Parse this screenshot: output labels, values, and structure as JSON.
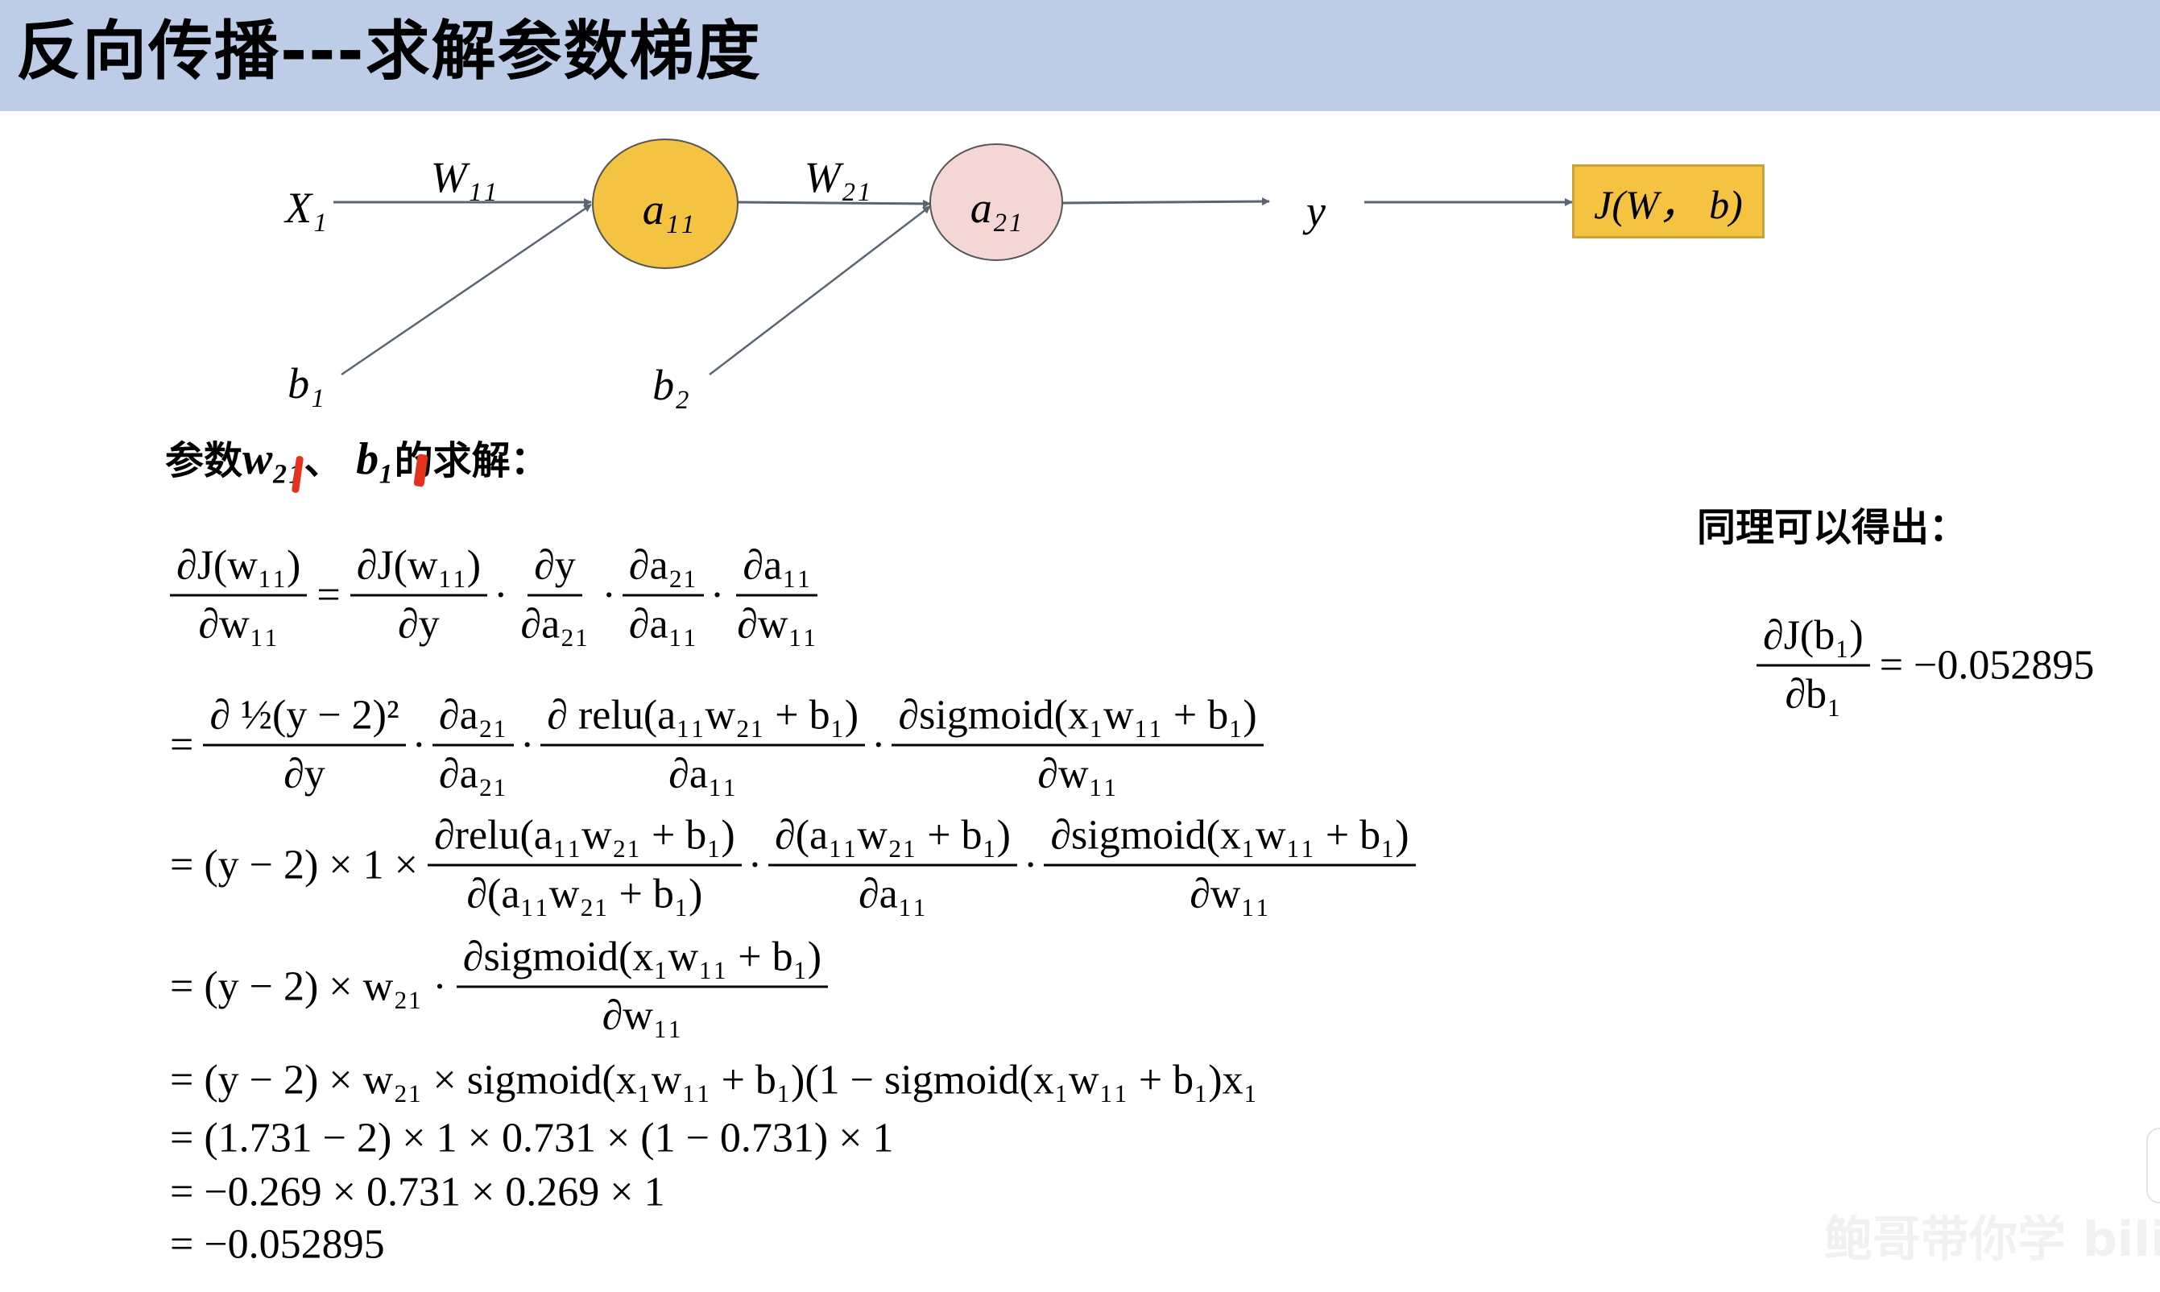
{
  "header": {
    "title": "反向传播---求解参数梯度",
    "background": "#BDCDE8"
  },
  "diagram": {
    "labels": {
      "x1": "X₁",
      "w11": "W₁₁",
      "w21": "W₂₁",
      "a11": "a₁₁",
      "a21": "a₂₁",
      "y": "y",
      "b1": "b₁",
      "b2": "b₂",
      "cost": "J(W， b)"
    },
    "colors": {
      "a11_fill": "#F5C342",
      "a21_fill": "#F4D7D5",
      "cost_fill": "#F5C342",
      "arrow": "#5A6473"
    }
  },
  "section": {
    "heading_prefix": "参数",
    "w_var": "w₂₁",
    "sep": "、 ",
    "b_var": "b₁",
    "heading_suffix": "的求解："
  },
  "derivation": [
    [
      {
        "t": "frac",
        "n": "∂J(w₁₁)",
        "d": "∂w₁₁"
      },
      {
        "t": "text",
        "v": "="
      },
      {
        "t": "frac",
        "n": "∂J(w₁₁)",
        "d": "∂y"
      },
      {
        "t": "dot",
        "v": "·"
      },
      {
        "t": "frac",
        "n": "∂y",
        "d": "∂a₂₁"
      },
      {
        "t": "dot",
        "v": "·"
      },
      {
        "t": "frac",
        "n": "∂a₂₁",
        "d": "∂a₁₁"
      },
      {
        "t": "dot",
        "v": "·"
      },
      {
        "t": "frac",
        "n": "∂a₁₁",
        "d": "∂w₁₁"
      }
    ],
    [
      {
        "t": "text",
        "v": "="
      },
      {
        "t": "frac",
        "n": "∂ ½(y − 2)²",
        "d": "∂y"
      },
      {
        "t": "dot",
        "v": "·"
      },
      {
        "t": "frac",
        "n": "∂a₂₁",
        "d": "∂a₂₁"
      },
      {
        "t": "dot",
        "v": "·"
      },
      {
        "t": "frac",
        "n": "∂ relu(a₁₁w₂₁ + b₁)",
        "d": "∂a₁₁"
      },
      {
        "t": "dot",
        "v": "·"
      },
      {
        "t": "frac",
        "n": "∂sigmoid(x₁w₁₁ + b₁)",
        "d": "∂w₁₁"
      }
    ],
    [
      {
        "t": "text",
        "v": "= (y − 2) × 1 ×"
      },
      {
        "t": "frac",
        "n": "∂relu(a₁₁w₂₁ + b₁)",
        "d": "∂(a₁₁w₂₁ + b₁)"
      },
      {
        "t": "dot",
        "v": "·"
      },
      {
        "t": "frac",
        "n": "∂(a₁₁w₂₁ + b₁)",
        "d": "∂a₁₁"
      },
      {
        "t": "dot",
        "v": "·"
      },
      {
        "t": "frac",
        "n": "∂sigmoid(x₁w₁₁ + b₁)",
        "d": "∂w₁₁"
      }
    ],
    [
      {
        "t": "text",
        "v": "= (y − 2) × w₂₁ ·"
      },
      {
        "t": "frac",
        "n": "∂sigmoid(x₁w₁₁ + b₁)",
        "d": "∂w₁₁"
      }
    ],
    [
      {
        "t": "text",
        "v": "= (y − 2) × w₂₁ × sigmoid(x₁w₁₁ + b₁)(1 − sigmoid(x₁w₁₁ + b₁)x₁"
      }
    ],
    [
      {
        "t": "text",
        "v": "= (1.731 − 2) × 1 × 0.731 × (1 − 0.731) × 1"
      }
    ],
    [
      {
        "t": "text",
        "v": "= −0.269 × 0.731 × 0.269 × 1"
      }
    ],
    [
      {
        "t": "text",
        "v": "= −0.052895"
      }
    ]
  ],
  "side": {
    "title": "同理可以得出：",
    "equation": [
      {
        "t": "frac",
        "n": "∂J(b₁)",
        "d": "∂b₁"
      },
      {
        "t": "text",
        "v": "= −0.052895"
      }
    ]
  },
  "watermark": "鲍哥带你学 bili"
}
